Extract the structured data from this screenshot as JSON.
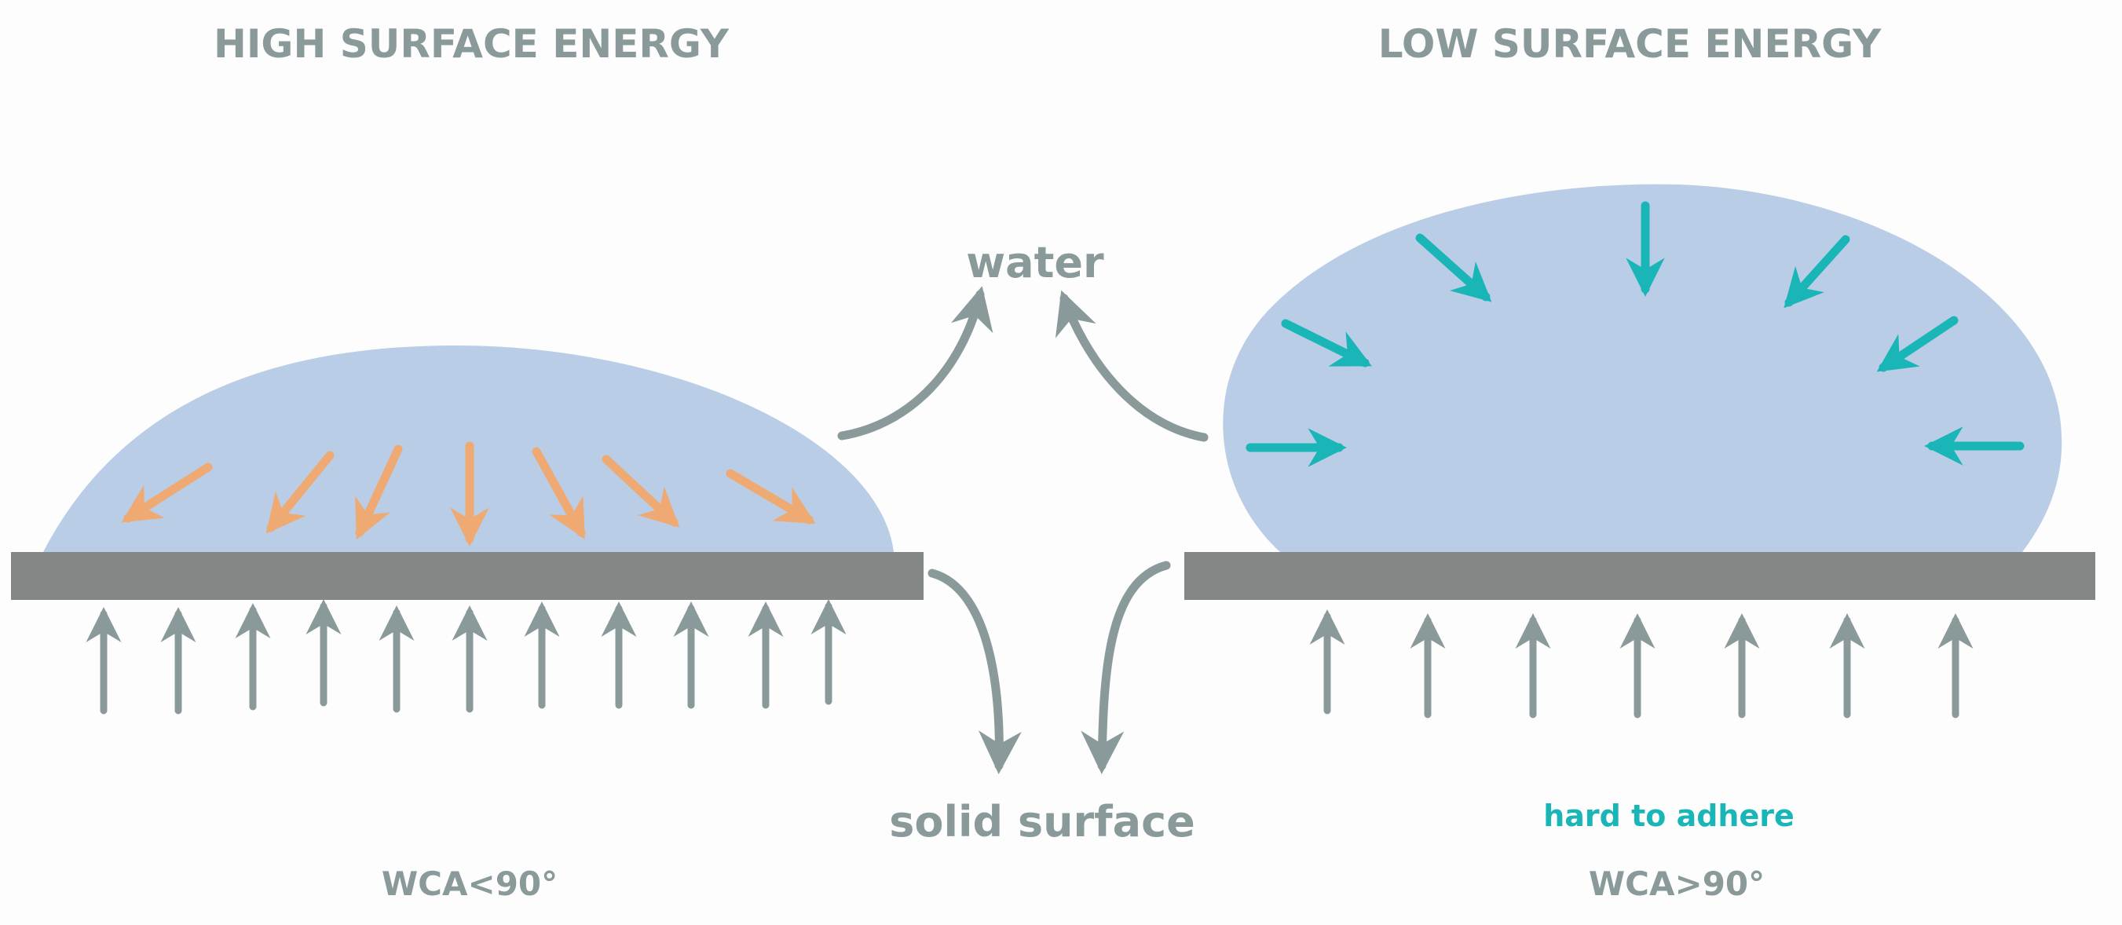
{
  "left_panel": {
    "title": "HIGH SURFACE ENERGY",
    "contact_angle": "WCA<90°"
  },
  "right_panel": {
    "title": "LOW SURFACE ENERGY",
    "note": "hard to adhere",
    "contact_angle": "WCA>90°"
  },
  "center_labels": {
    "water": "water",
    "solid_surface": "solid surface"
  },
  "colors": {
    "droplet": "#b9cde6",
    "surface": "#838887",
    "gray_text_and_arrows": "#8a9a9a",
    "orange_force": "#eeaa72",
    "teal_force": "#1ab5b7",
    "background": "#fdfdfd"
  }
}
